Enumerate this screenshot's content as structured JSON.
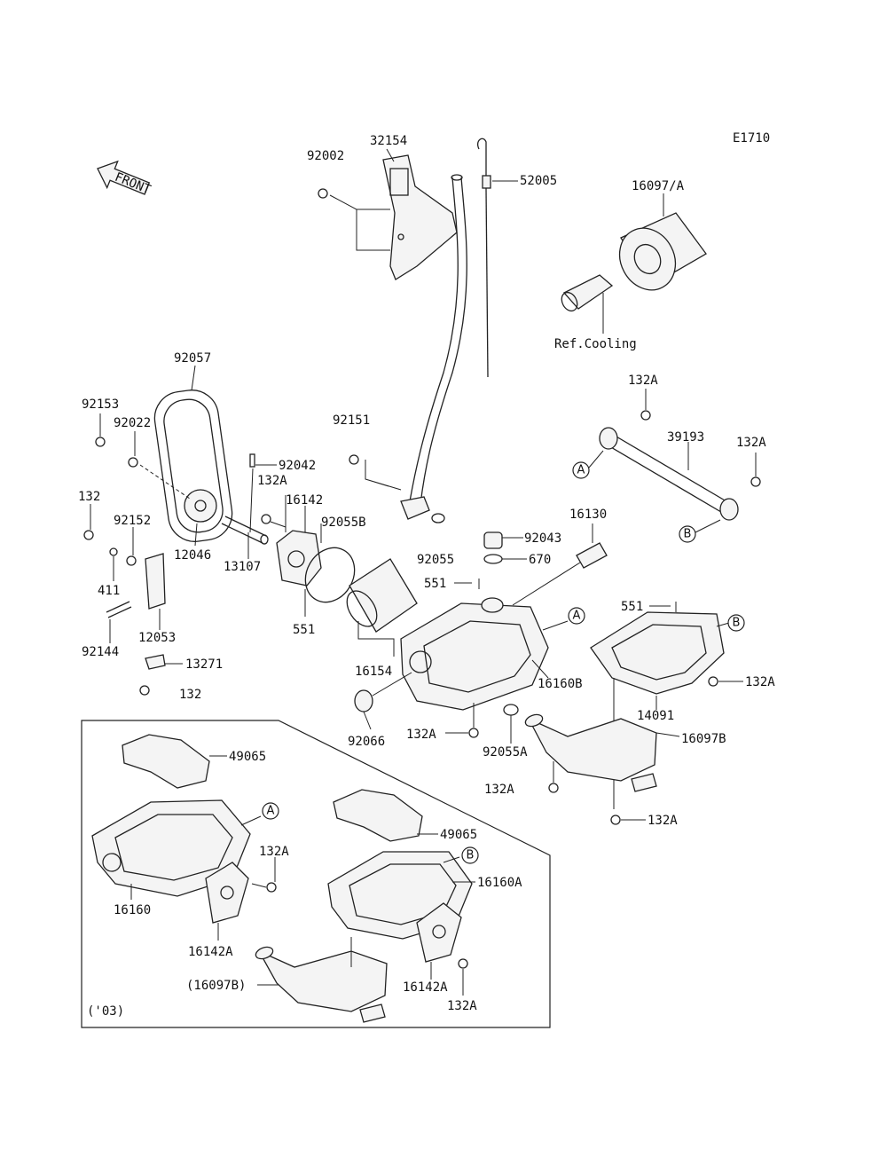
{
  "diagram_code": "E1710",
  "front_label": "FRONT",
  "inset_label": "('03)",
  "part_labels": {
    "p32154": "32154",
    "p92002": "92002",
    "p52005": "52005",
    "p16097A": "16097/A",
    "ref_cooling": "Ref.Cooling",
    "p92057": "92057",
    "p92153": "92153",
    "p92022": "92022",
    "p132_left": "132",
    "p92151": "92151",
    "p132A_upper": "132A",
    "p39193": "39193",
    "p132A_right": "132A",
    "p92042": "92042",
    "p132A_pump": "132A",
    "p16142": "16142",
    "p92055B": "92055B",
    "p92152": "92152",
    "p12046": "12046",
    "p13107": "13107",
    "p16130": "16130",
    "p92043": "92043",
    "p92055": "92055",
    "p670": "670",
    "p551_mid": "551",
    "p411": "411",
    "p551_left": "551",
    "p551_right": "551",
    "p12053": "12053",
    "p92144": "92144",
    "p16154": "16154",
    "p13271": "13271",
    "p16160B": "16160B",
    "p132A_r2": "132A",
    "p14091": "14091",
    "p132_bottom": "132",
    "p16097B": "16097B",
    "p92066": "92066",
    "p132A_mid": "132A",
    "p92055A": "92055A",
    "p132A_r3": "132A",
    "p132A_r4": "132A",
    "p49065_a": "49065",
    "p49065_b": "49065",
    "p132A_inset1": "132A",
    "p16160A": "16160A",
    "p16160": "16160",
    "p16142A_a": "16142A",
    "p16097B_paren": "(16097B)",
    "p16142A_b": "16142A",
    "p132A_inset2": "132A"
  },
  "ref_markers": {
    "a1": "A",
    "b1": "B",
    "a2": "A",
    "b2": "B",
    "a3": "A",
    "b3": "B"
  },
  "colors": {
    "line": "#222222",
    "background": "#ffffff"
  }
}
